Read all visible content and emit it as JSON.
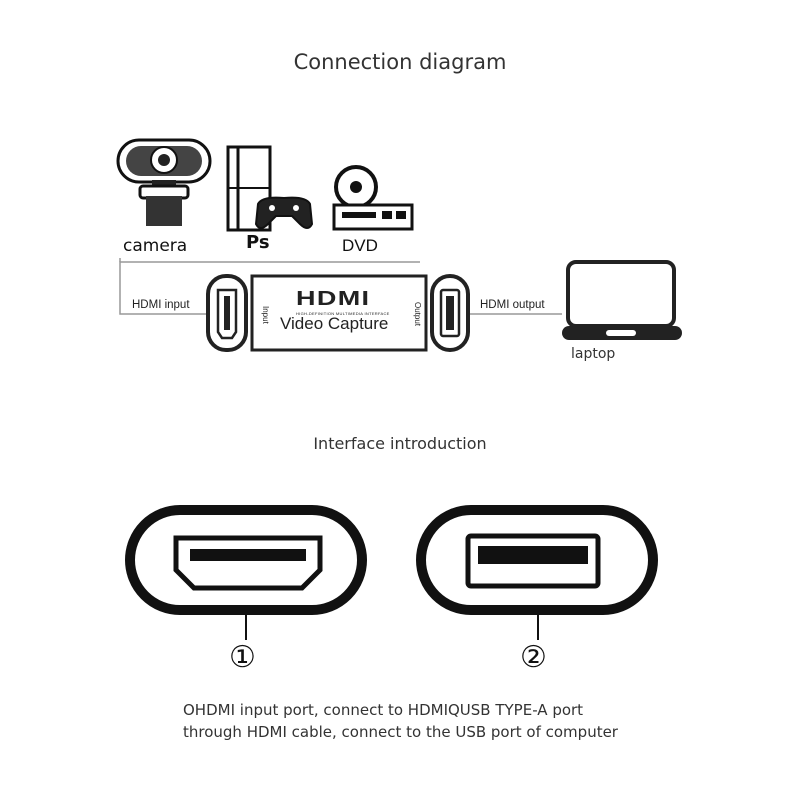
{
  "title": "Connection diagram",
  "devices": {
    "camera": "camera",
    "ps": "Ps",
    "dvd": "DVD",
    "laptop": "laptop"
  },
  "connections": {
    "input": "HDMI input",
    "output": "HDMI output"
  },
  "capture_box": {
    "logo": "HDMI",
    "logo_sub": "HIGH-DEFINITION MULTIMEDIA INTERFACE",
    "name": "Video Capture",
    "input_side": "Input",
    "output_side": "Output"
  },
  "section2": "Interface introduction",
  "ports": [
    {
      "number": "①"
    },
    {
      "number": "②"
    }
  ],
  "description": {
    "line1": "OHDMI input port, connect to HDMIQUSB TYPE-A port",
    "line2": "through HDMI cable, connect to the USB port of computer"
  }
}
